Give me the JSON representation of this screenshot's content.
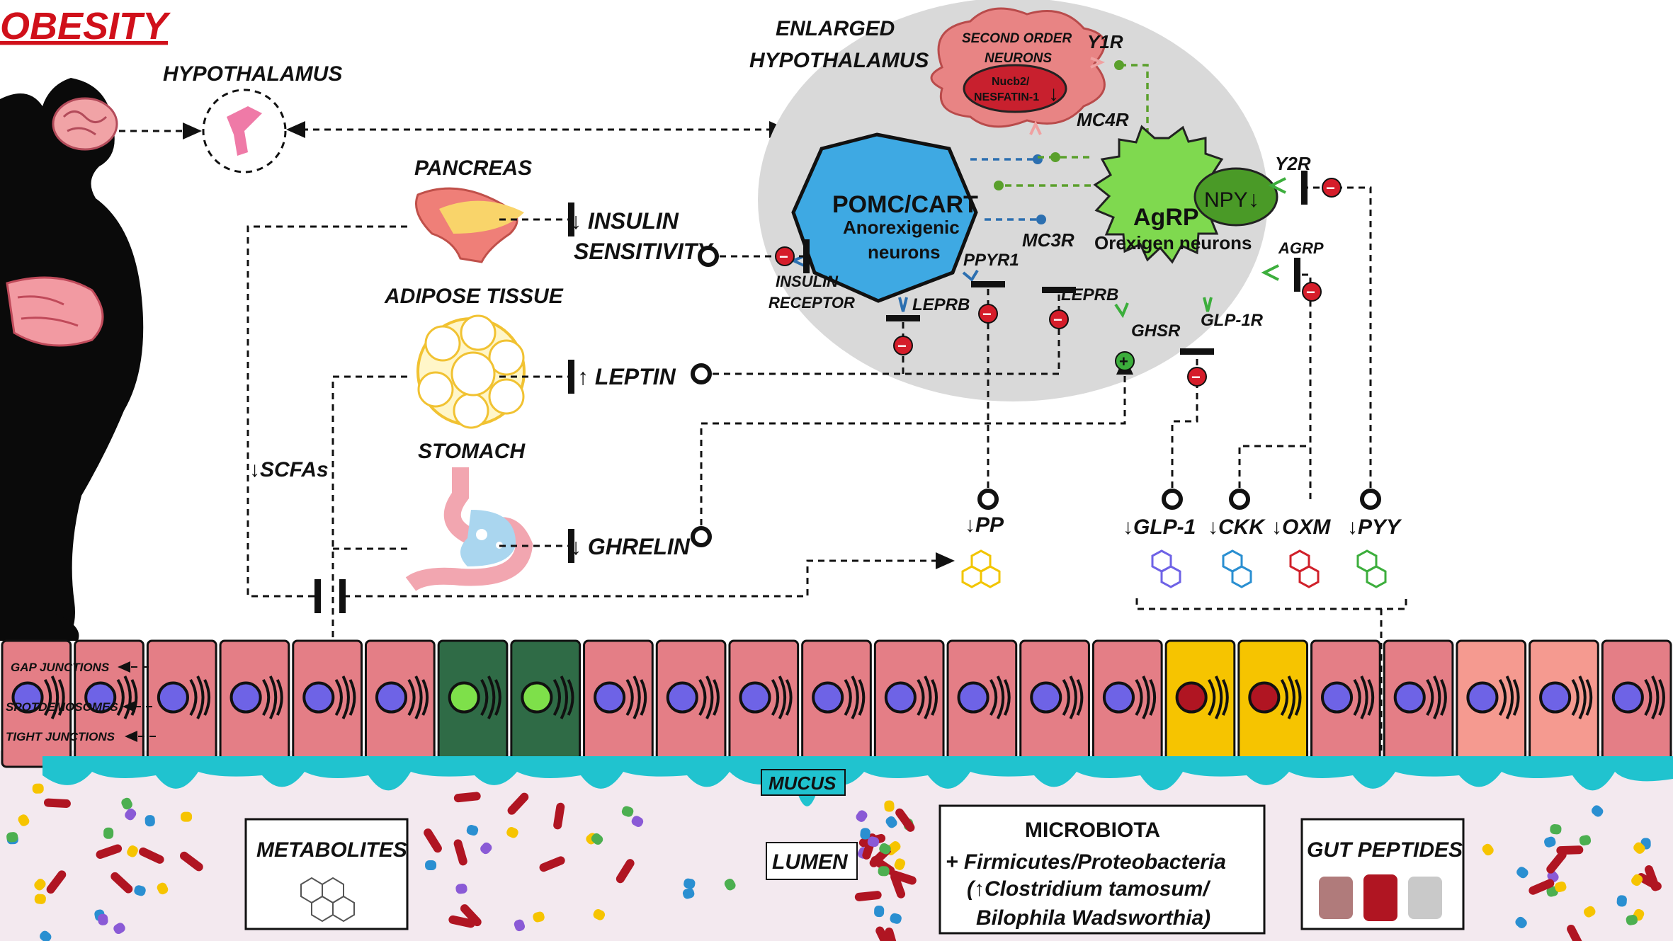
{
  "title": "OBESITY",
  "organs": {
    "hypothalamus": "HYPOTHALAMUS",
    "enlarged_hypothalamus_1": "ENLARGED",
    "enlarged_hypothalamus_2": "HYPOTHALAMUS",
    "pancreas": "PANCREAS",
    "adipose": "ADIPOSE TISSUE",
    "stomach": "STOMACH"
  },
  "signals": {
    "insulin_1": "↓ INSULIN",
    "insulin_2": "SENSITIVITY",
    "leptin": "↑ LEPTIN",
    "ghrelin": "↓ GHRELIN",
    "scfas": "↓SCFAs",
    "pp": "↓PP",
    "glp1": "↓GLP-1",
    "ckk": "↓CKK",
    "oxm": "↓OXM",
    "pyy": "↓PYY"
  },
  "neurons": {
    "second_order_1": "SECOND ORDER",
    "second_order_2": "NEURONS",
    "nucb2_1": "Nucb2/",
    "nucb2_2": "NESFATIN-1",
    "nucb2_arrow": "↓",
    "pomc_1": "POMC/CART",
    "pomc_2": "Anorexigenic",
    "pomc_3": "neurons",
    "agrp_1": "AgRP",
    "agrp_2": "Orexigen neurons",
    "npy": "NPY",
    "npy_arrow": "↓"
  },
  "receptors": {
    "y1r": "Y1R",
    "mc4r": "MC4R",
    "mc3r": "MC3R",
    "y2r": "Y2R",
    "agrp": "AGRP",
    "ppyr1": "PPYR1",
    "leprb_pomc": "LEPRB",
    "leprb_agrp": "LEPRB",
    "ghsr": "GHSR",
    "glp1r": "GLP-1R",
    "insulin_receptor_1": "INSULIN",
    "insulin_receptor_2": "RECEPTOR"
  },
  "junctions": {
    "gap": "GAP JUNCTIONS",
    "spot": "SPOTDEMOSOMES",
    "tight": "TIGHT JUNCTIONS"
  },
  "gut": {
    "mucus": "MUCUS",
    "lumen": "LUMEN",
    "metabolites": "METABOLITES",
    "gut_peptides": "GUT PEPTIDES",
    "microbiota_title": "MICROBIOTA",
    "microbiota_1": "+ Firmicutes/Proteobacteria",
    "microbiota_2": "(↑Clostridium tamosum/",
    "microbiota_3": "Bilophila Wadsworthia)"
  },
  "signs": {
    "minus": "−",
    "plus": "+"
  },
  "colors": {
    "title_red": "#d0101a",
    "pomc_blue": "#3ea9e3",
    "agrp_green": "#7fd94f",
    "npy_dark_green": "#4a9a27",
    "second_order_pink": "#e88484",
    "nucb2_red": "#c8202e",
    "cell_pink": "#e47e86",
    "cell_dark_green": "#2f6b46",
    "cell_yellow": "#f6c400",
    "cell_salmon": "#f59a90",
    "nucleus_blue": "#6e63e6",
    "mucus_cyan": "#20c3cf",
    "lumen_bg": "#f3e9ef",
    "inhibit_red": "#d51d2a",
    "stimulate_green": "#3cae3c"
  },
  "icons": [
    "human-silhouette-icon",
    "brain-icon",
    "pancreas-icon",
    "adipose-tissue-icon",
    "stomach-icon",
    "hormone-molecule-icon",
    "bacteria-icon",
    "peptide-icon"
  ]
}
